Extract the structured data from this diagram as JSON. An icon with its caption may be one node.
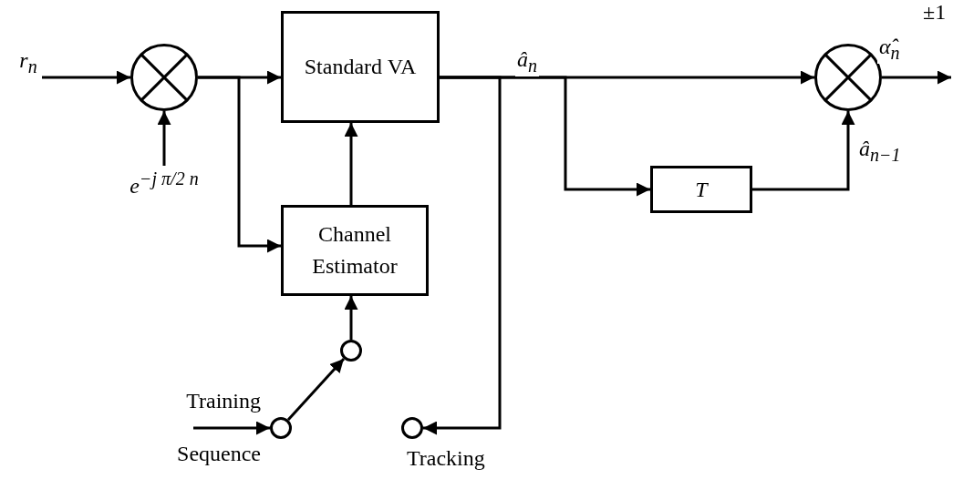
{
  "diagram": {
    "nodes": [
      {
        "text": [
          "r$_{n}$"
        ]
      },
      {
        "text": [],
        "shape": "circle"
      },
      {
        "text": [
          "e$^{−j π/2 n}$"
        ]
      },
      {
        "text": [
          "Standard VA"
        ]
      },
      {
        "text": [
          "Channel Estimator"
        ]
      },
      {
        "text": [],
        "shape": "circle"
      },
      {
        "text": [],
        "shape": "circle",
        "beside": [
          "Training Sequence"
        ]
      },
      {
        "text": [],
        "shape": "circle",
        "beside": [
          "Tracking"
        ]
      },
      {
        "text": [
          "T"
        ]
      },
      {
        "text": [],
        "shape": "circle"
      }
    ],
    "edges": [
      {
        "from": 0,
        "to": 1,
        "arrow": "to"
      },
      {
        "from": 2,
        "to": 1,
        "arrow": "to"
      },
      {
        "from": 1,
        "to": 3,
        "arrow": "to"
      },
      {
        "from": 1,
        "to": 4,
        "arrow": "to"
      },
      {
        "from": 4,
        "to": 3,
        "arrow": "to"
      },
      {
        "from": 5,
        "to": 4,
        "arrow": "to"
      },
      {
        "from": null,
        "to": 6,
        "arrow": "to"
      },
      {
        "from": 6,
        "to": 5,
        "arrow": "to"
      },
      {
        "from": 3,
        "to": 9,
        "arrow": "to",
        "label": "â$_{n}$"
      },
      {
        "from": 3,
        "to": 8,
        "arrow": "to"
      },
      {
        "from": 3,
        "to": 7,
        "arrow": "to"
      },
      {
        "from": 8,
        "to": 9,
        "arrow": "to",
        "label": "â$_{n−1}$"
      },
      {
        "from": 9,
        "to": null,
        "arrow": "to",
        "label": "α̂$_{n}$"
      }
    ],
    "labels": [
      "±1"
    ]
  }
}
